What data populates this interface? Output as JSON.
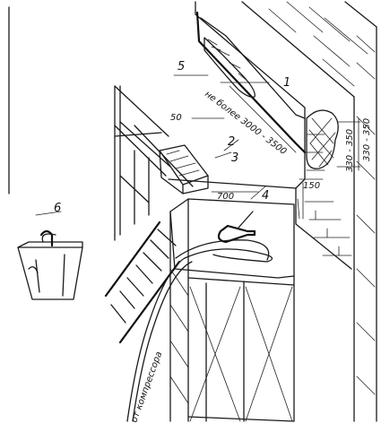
{
  "labels": {
    "n1": "1",
    "n2": "2",
    "n3": "3",
    "n4": "4",
    "n5": "5",
    "n6": "6"
  },
  "dimensions": {
    "d50": "50",
    "d700": "700",
    "d150": "150",
    "range_diag": "не более 3000 - 3500",
    "range_right_a": "330 - 350",
    "range_right_b": "330 - 350"
  },
  "annotations": {
    "compressor": "от компрессора"
  }
}
